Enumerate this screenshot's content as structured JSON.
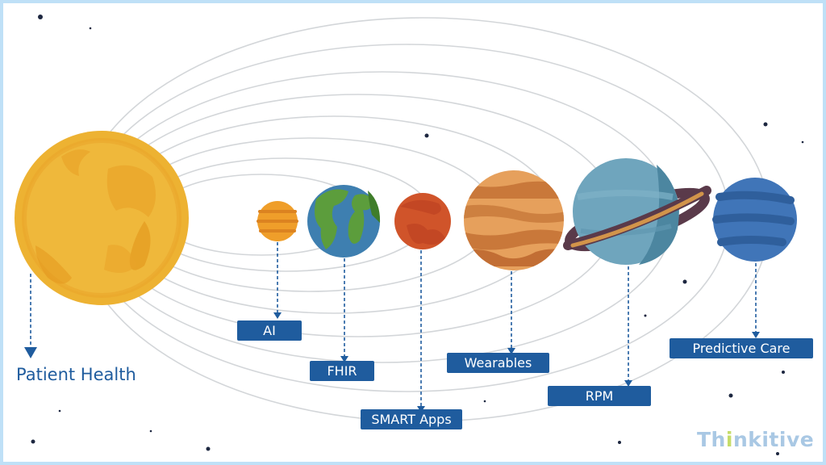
{
  "diagram": {
    "title": "Patient Health",
    "center_body": "sun",
    "planets": [
      {
        "id": "ai",
        "label": "AI",
        "planet": "mercury"
      },
      {
        "id": "fhir",
        "label": "FHIR",
        "planet": "earth"
      },
      {
        "id": "smart",
        "label": "SMART Apps",
        "planet": "mars"
      },
      {
        "id": "wearables",
        "label": "Wearables",
        "planet": "jupiter"
      },
      {
        "id": "rpm",
        "label": "RPM",
        "planet": "saturn"
      },
      {
        "id": "predictive",
        "label": "Predictive Care",
        "planet": "neptune"
      }
    ]
  },
  "brand": {
    "logo_text_before": "Th",
    "logo_text_i": "i",
    "logo_text_after": "nkitive"
  },
  "colors": {
    "label_bg": "#1f5c9e",
    "label_text": "#ffffff",
    "orbit": "#d3d6d9",
    "border": "#bfe0f7",
    "arrow": "#1f5c9e",
    "logo": "#a9c8e4",
    "logo_accent": "#c5dc6a"
  }
}
